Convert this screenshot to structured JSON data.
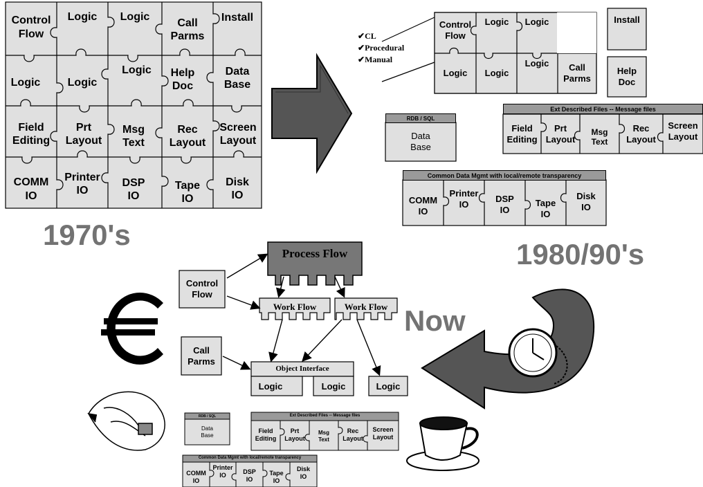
{
  "era_labels": {
    "left": "1970's",
    "right": "1980/90's",
    "now": "Now"
  },
  "grid_1970": [
    [
      "Control\nFlow",
      "Logic",
      "Logic",
      "Call\nParms",
      "Install"
    ],
    [
      "Logic",
      "Logic",
      "Logic",
      "Help\nDoc",
      "Data\nBase"
    ],
    [
      "Field\nEditing",
      "Prt\nLayout",
      "Msg\nText",
      "Rec\nLayout",
      "Screen\nLayout"
    ],
    [
      "COMM\nIO",
      "Printer\nIO",
      "DSP\nIO",
      "Tape\nIO",
      "Disk\nIO"
    ]
  ],
  "checklist": [
    "CL",
    "Procedural",
    "Manual"
  ],
  "modern": {
    "logic_block": [
      "Control\nFlow",
      "Logic",
      "Logic",
      "Logic",
      "Logic",
      "Logic",
      "Call\nParms"
    ],
    "install": "Install",
    "help_doc": "Help\nDoc",
    "rdb": {
      "header": "RDB / SQL",
      "body": "Data\nBase"
    },
    "ext_files": {
      "header": "Ext Described Files -- Message files",
      "items": [
        "Field\nEditing",
        "Prt\nLayout",
        "Msg\nText",
        "Rec\nLayout",
        "Screen\nLayout"
      ]
    },
    "data_mgmt": {
      "header": "Common Data Mgmt with local/remote transparency",
      "items": [
        "COMM\nIO",
        "Printer\nIO",
        "DSP\nIO",
        "Tape\nIO",
        "Disk\nIO"
      ]
    }
  },
  "now": {
    "process_flow": "Process Flow",
    "work_flow": [
      "Work Flow",
      "Work Flow"
    ],
    "control_flow": "Control\nFlow",
    "call_parms": "Call\nParms",
    "object_interface": "Object Interface",
    "logic": [
      "Logic",
      "Logic",
      "Logic"
    ],
    "small_rdb": {
      "header": "RDB / SQL",
      "body": "Data\nBase"
    },
    "small_ext": {
      "header": "Ext Described Files -- Message files",
      "items": [
        "Field\nEditing",
        "Prt\nLayout",
        "Msg\nText",
        "Rec\nLayout",
        "Screen\nLayout"
      ]
    },
    "small_mgmt": {
      "header": "Common Data Mgmt with local/remote transparency",
      "items": [
        "COMM\nIO",
        "Printer\nIO",
        "DSP\nIO",
        "Tape\nIO",
        "Disk\nIO"
      ]
    }
  },
  "icons": [
    "euro-icon",
    "watch-icon",
    "coffee-cup-icon",
    "bird-icon",
    "check-icon"
  ],
  "colors": {
    "puzzle_fill": "#e0e0e0",
    "header_fill": "#9a9a9a",
    "arrow_fill": "#555555",
    "era_text": "#737373"
  }
}
